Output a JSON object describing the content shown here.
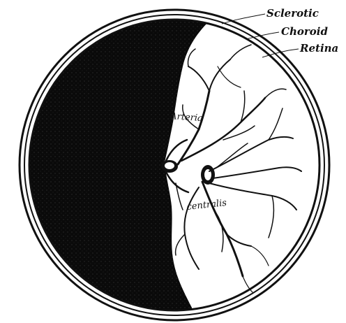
{
  "labels": {
    "sclerotic": "Sclerotic",
    "choroid": "Choroid",
    "retina": "Retina",
    "arteria": "Arteria",
    "centralis": "centralis"
  },
  "colors": {
    "ink": "#111111",
    "paper": "#ffffff"
  }
}
